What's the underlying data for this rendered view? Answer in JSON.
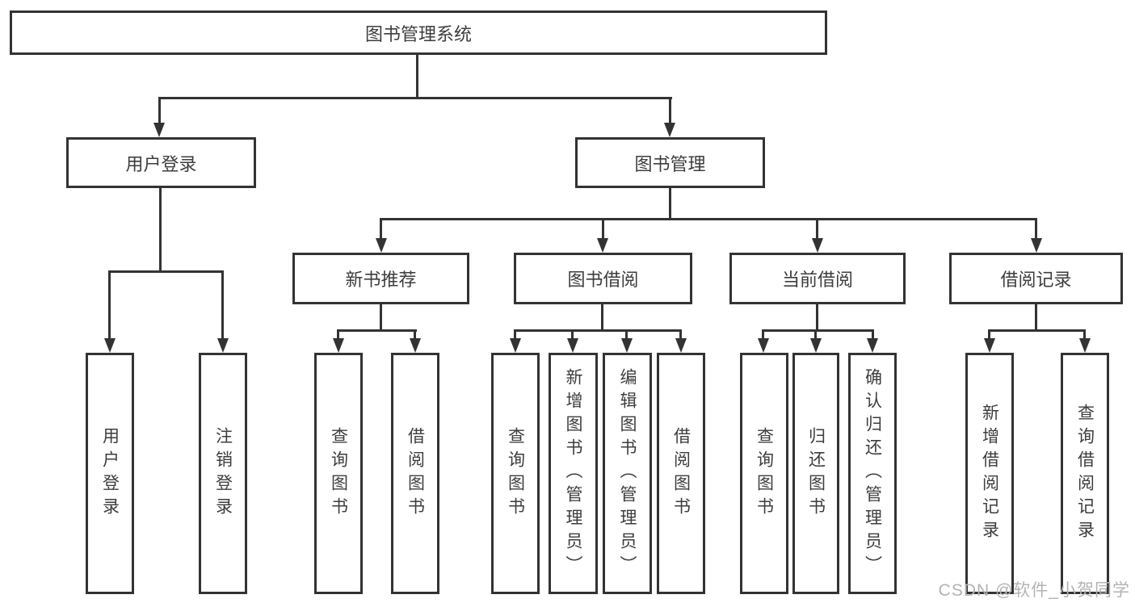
{
  "diagram": {
    "root": "图书管理系统",
    "level2": [
      "用户登录",
      "图书管理"
    ],
    "level3": [
      "新书推荐",
      "图书借阅",
      "当前借阅",
      "借阅记录"
    ],
    "level4": {
      "user_login_children": [
        "用户登录",
        "注销登录"
      ],
      "new_book_children": [
        "查询图书",
        "借阅图书"
      ],
      "book_borrow_children": [
        "查询图书",
        "新增图书（管理员）",
        "编辑图书（管理员）",
        "借阅图书"
      ],
      "current_borrow_children": [
        "查询图书",
        "归还图书",
        "确认归还（管理员）"
      ],
      "borrow_record_children": [
        "新增借阅记录",
        "查询借阅记录"
      ]
    }
  },
  "watermark": "CSDN @软件_小贺同学",
  "colors": {
    "line": "#333333",
    "text": "#3d3d3d",
    "watermark": "#b3b3b3",
    "background": "#ffffff"
  }
}
